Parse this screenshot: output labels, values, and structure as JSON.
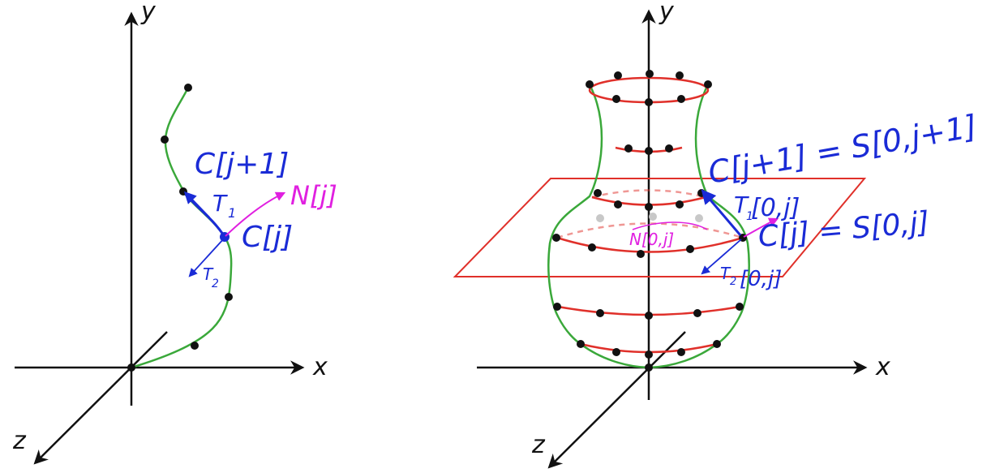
{
  "colors": {
    "axis": "#111111",
    "curve": "#3aa83a",
    "ring": "#e0302a",
    "plane": "#e0302a",
    "point": "#111111",
    "annotation_blue": "#1a2bd6",
    "annotation_magenta": "#e020e0",
    "hidden_point": "#c8c8c8"
  },
  "left_diagram": {
    "axis_x": "x",
    "axis_y": "y",
    "axis_z": "z",
    "labels": {
      "c_next": "C[j+1]",
      "c_cur": "C[j]",
      "normal": "N[j]",
      "t1": "T",
      "t1_sub": "1",
      "t2": "T",
      "t2_sub": "2"
    }
  },
  "right_diagram": {
    "axis_x": "x",
    "axis_y": "y",
    "axis_z": "z",
    "labels": {
      "c_next": "C[j+1] = S[0,j+1]",
      "c_cur": "C[j] = S[0,j]",
      "t1": "T",
      "t1_rest": "[0,j]",
      "t1_sub": "1",
      "t2": "T",
      "t2_rest": "[0,j]",
      "t2_sub": "2",
      "normal": "N[0,j]"
    }
  }
}
